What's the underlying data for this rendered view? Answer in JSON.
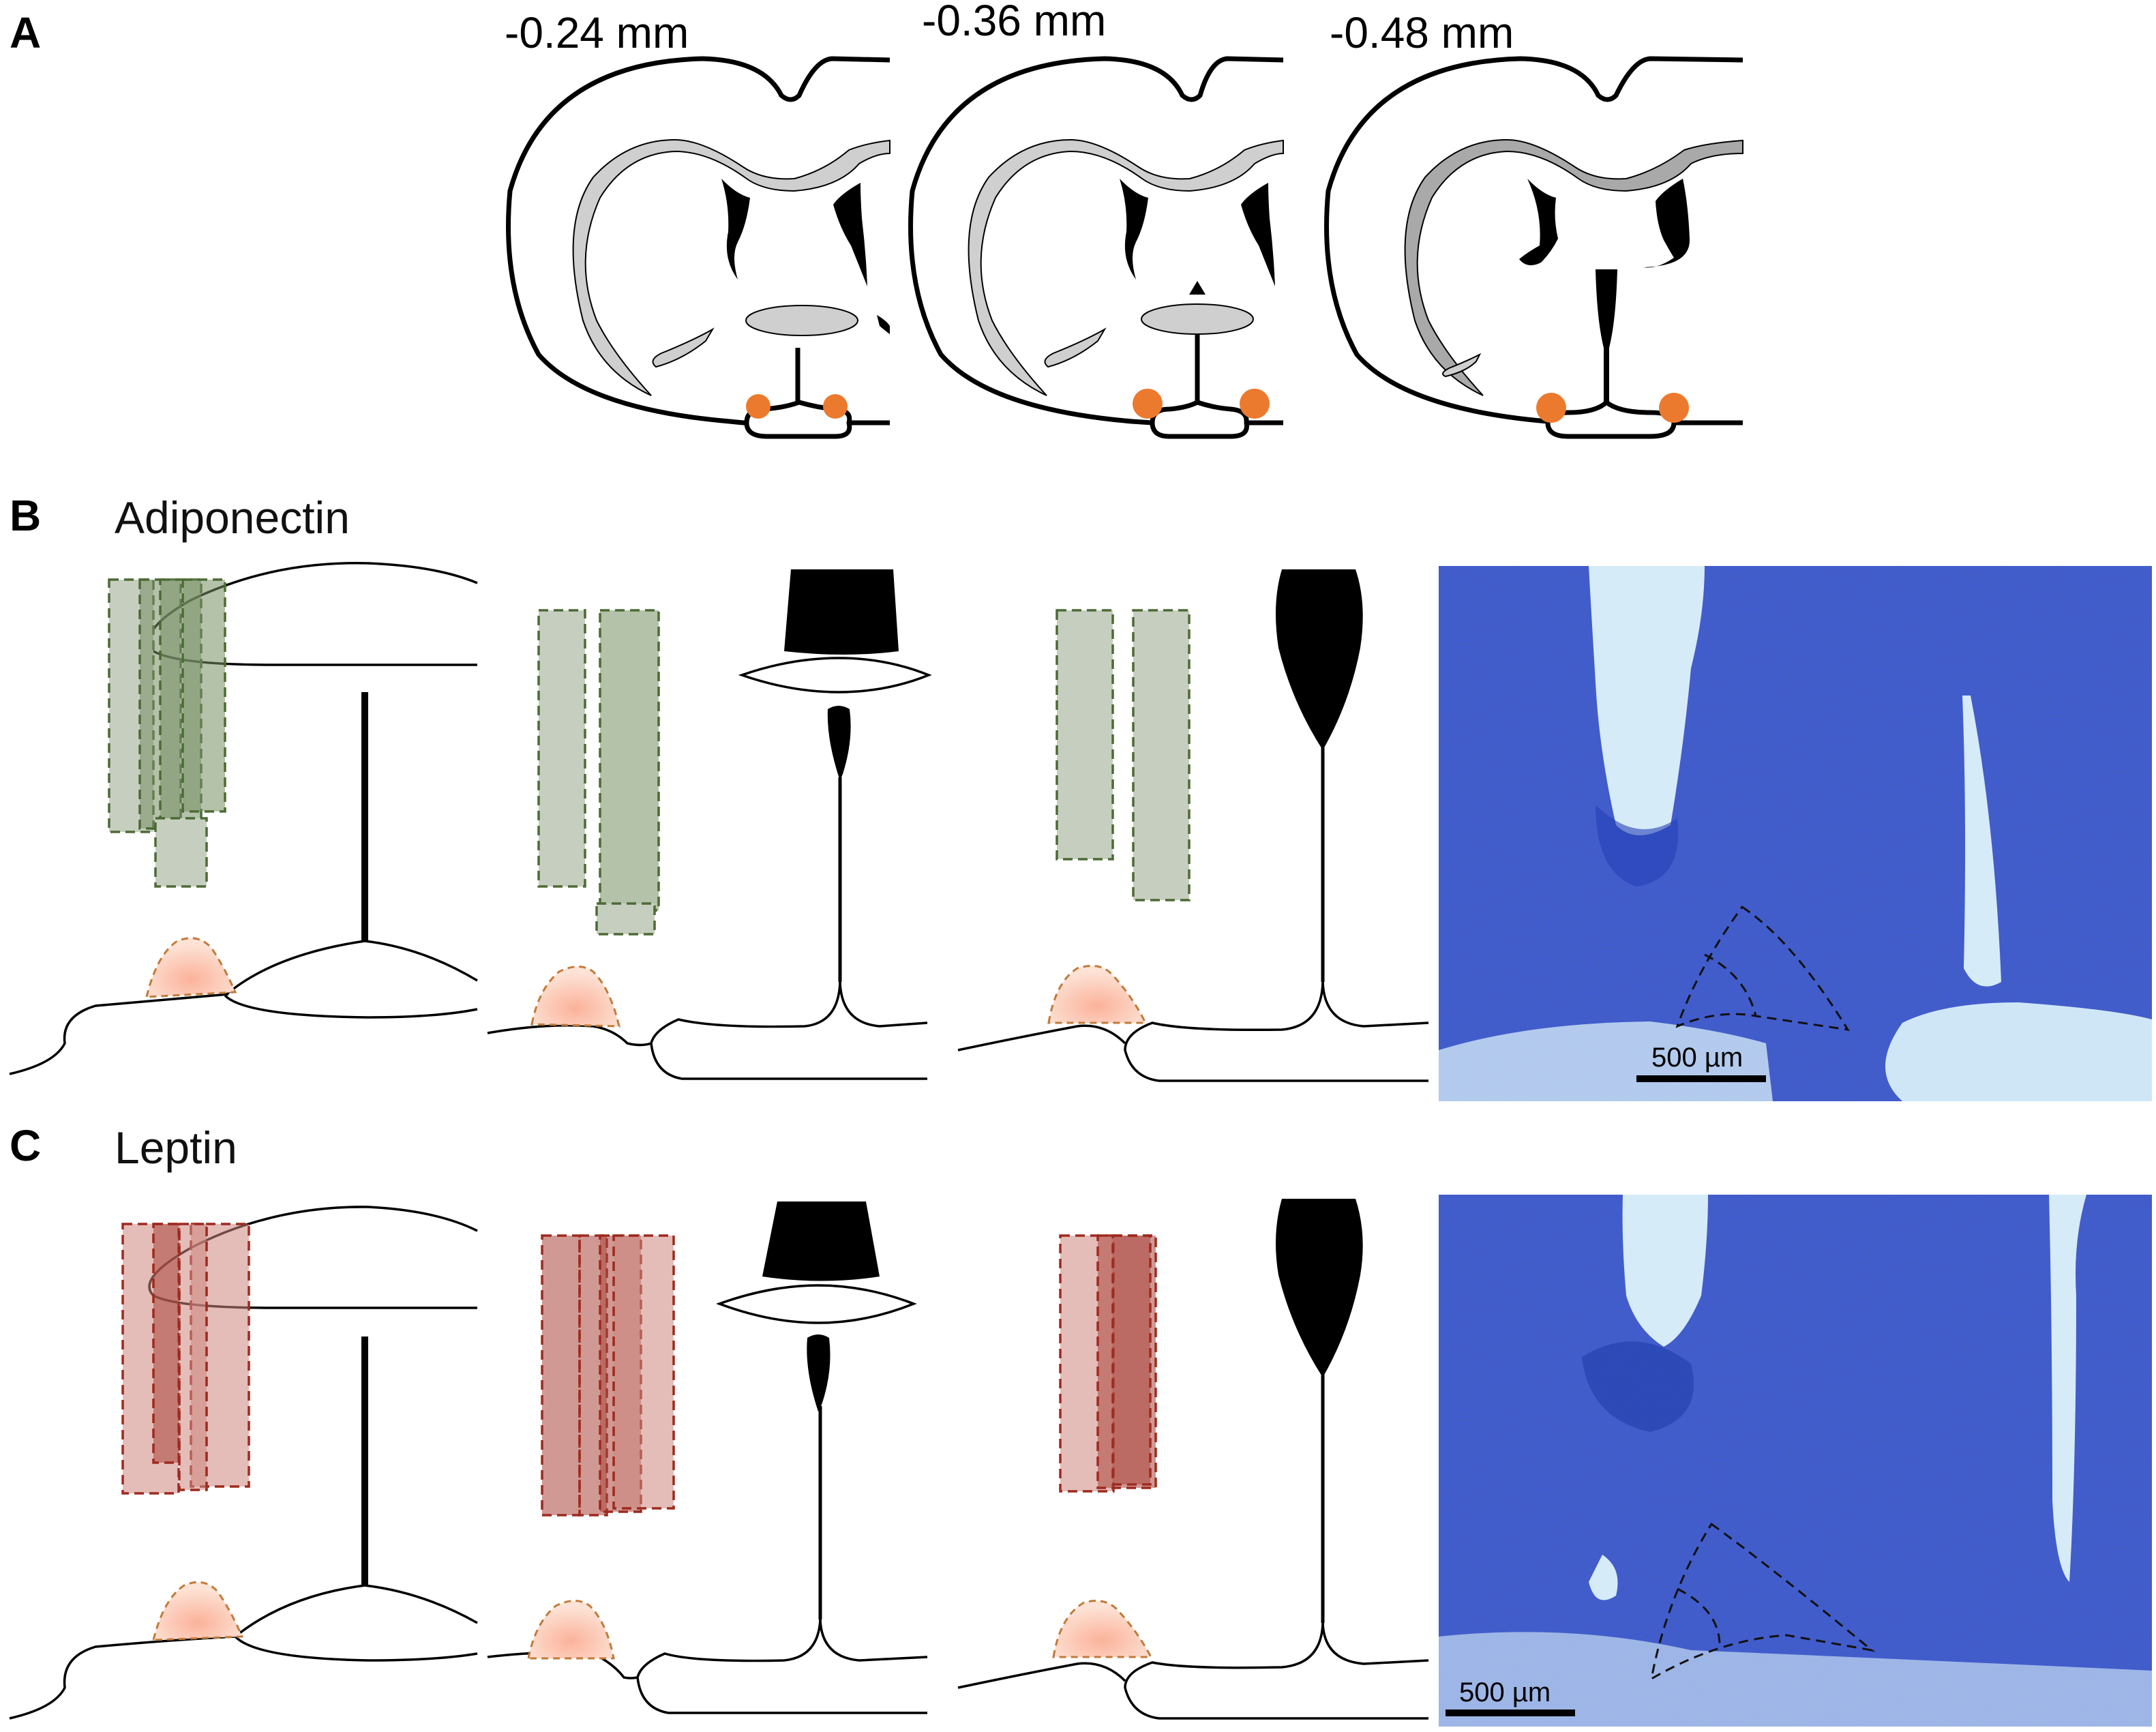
{
  "panels": {
    "a": {
      "letter": "A",
      "depths": [
        "-0.24 mm",
        "-0.36 mm",
        "-0.48 mm"
      ]
    },
    "b": {
      "letter": "B",
      "title": "Adiponectin",
      "scale_bar": "500 µm"
    },
    "c": {
      "letter": "C",
      "title": "Leptin",
      "scale_bar": "500 µm"
    }
  },
  "colors": {
    "target_nucleus": "#ec7a2e",
    "adiponectin_placement": "#768f64",
    "leptin_placement": "#aa463c",
    "nissl_stain": "#3b5bd6"
  },
  "icons": {
    "placement_marker": "dashed-rectangle",
    "target_region": "dashed-arc"
  }
}
